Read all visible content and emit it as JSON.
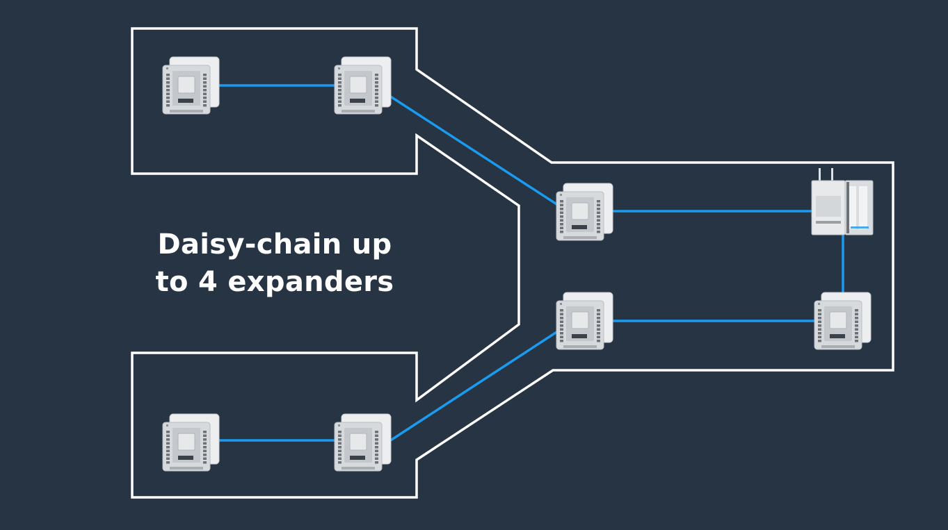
{
  "caption": {
    "line1": "Daisy-chain up",
    "line2": "to 4 expanders"
  },
  "colors": {
    "background": "#263443",
    "outline": "#ffffff",
    "cable": "#1a9bf0",
    "device_body": "#d7dadd",
    "device_back": "#eceef0"
  },
  "devices": [
    {
      "name": "expander-top-left",
      "kind": "expander"
    },
    {
      "name": "expander-top-right",
      "kind": "expander"
    },
    {
      "name": "expander-main-upper",
      "kind": "expander"
    },
    {
      "name": "controller-hub",
      "kind": "hub"
    },
    {
      "name": "expander-main-lower",
      "kind": "expander"
    },
    {
      "name": "expander-main-right",
      "kind": "expander"
    },
    {
      "name": "expander-bottom-left",
      "kind": "expander"
    },
    {
      "name": "expander-bottom-right",
      "kind": "expander"
    }
  ]
}
